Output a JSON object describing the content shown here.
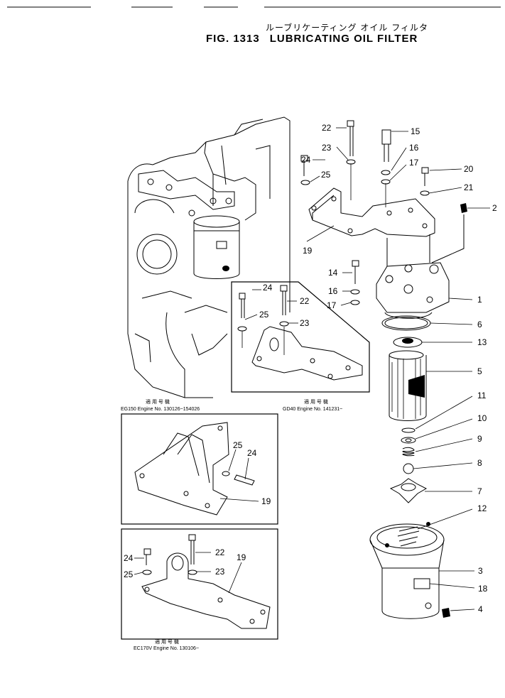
{
  "header": {
    "title_jp": "ルーブリケーティング オイル フィルタ",
    "fig": "FIG. 1313",
    "title_en": "LUBRICATING OIL FILTER"
  },
  "captions": {
    "eg150": {
      "jp": "適 用 号 機",
      "line": "EG150  Engine  No.  130126~154026"
    },
    "gd40": {
      "jp": "適 用 号 機",
      "line": "GD40  Engine  No.  141231~"
    },
    "ec170": {
      "jp": "適 用 号 機",
      "line": "EC170V  Engine  No.  130106~"
    }
  },
  "labels": {
    "l1": "1",
    "l2": "2",
    "l3": "3",
    "l4": "4",
    "l5": "5",
    "l6": "6",
    "l7": "7",
    "l8": "8",
    "l9": "9",
    "l10": "10",
    "l11": "11",
    "l12": "12",
    "l13": "13",
    "l14": "14",
    "l15": "15",
    "l16": "16",
    "l17": "17",
    "l17b": "17",
    "l18": "18",
    "l19": "19",
    "l20": "20",
    "l21": "21",
    "l22": "22",
    "l23": "23",
    "l24": "24",
    "l25": "25",
    "i22": "22",
    "i23": "23",
    "i24": "24",
    "i25": "25",
    "m19": "19",
    "m24": "24",
    "m25": "25",
    "b19": "19",
    "b22": "22",
    "b23": "23",
    "b24": "24",
    "b25": "25",
    "i16": "16"
  }
}
